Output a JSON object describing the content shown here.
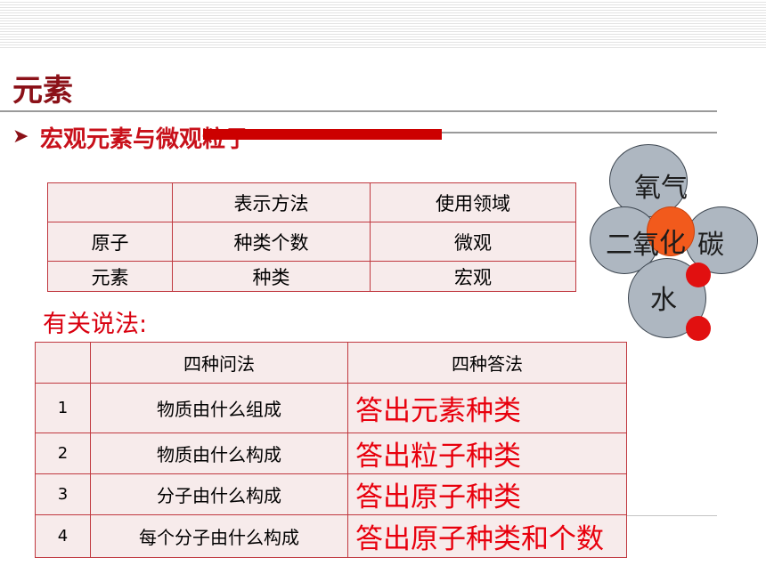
{
  "title": "元素",
  "subtitle": "宏观元素与微观粒子",
  "table1": {
    "headers": [
      "",
      "表示方法",
      "使用领域"
    ],
    "rows": [
      [
        "原子",
        "种类个数",
        "微观"
      ],
      [
        "元素",
        "种类",
        "宏观"
      ]
    ]
  },
  "related_label": "有关说法:",
  "table2": {
    "headers": [
      "",
      "四种问法",
      "四种答法"
    ],
    "rows": [
      {
        "num": "1",
        "question": "物质由什么组成",
        "answer": "答出元素种类"
      },
      {
        "num": "2",
        "question": "物质由什么构成",
        "answer": "答出粒子种类"
      },
      {
        "num": "3",
        "question": "分子由什么构成",
        "answer": "答出原子种类"
      },
      {
        "num": "4",
        "question": "每个分子由什么构成",
        "answer": "答出原子种类和个数"
      }
    ]
  },
  "molecules": {
    "oxygen": "氧气",
    "co2_prefix": "二氧",
    "co2_middle": "化",
    "co2_suffix": "碳",
    "water": "水"
  },
  "colors": {
    "title": "#8b1118",
    "accent_red": "#cc0000",
    "table_border": "#c0383f",
    "table_fill": "#f7ebeb",
    "answer_red": "#e8000d",
    "circle_gray": "#aeb7c1",
    "circle_orange": "#f25a1c"
  }
}
